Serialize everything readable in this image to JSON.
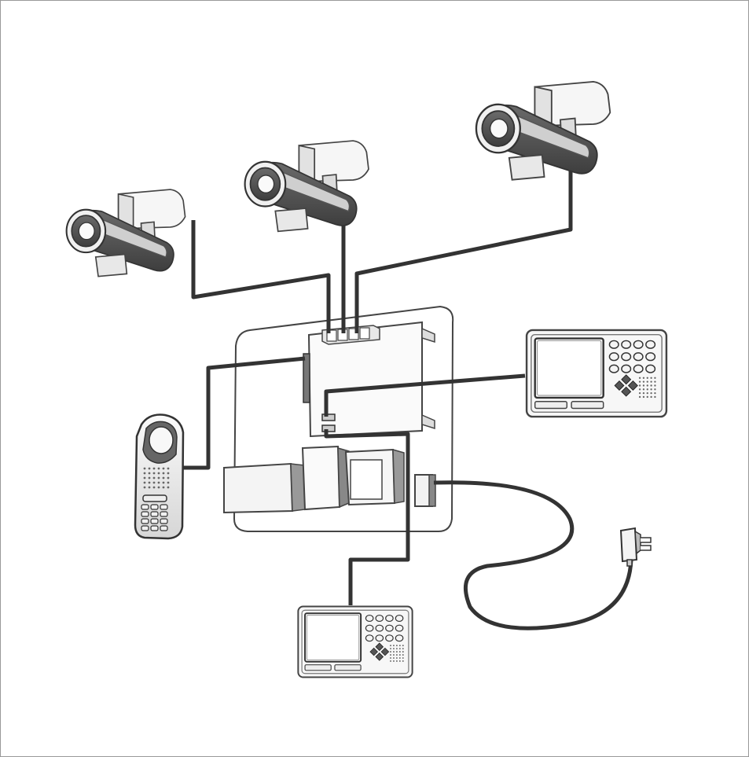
{
  "diagram": {
    "kind": "wired security camera system",
    "components": {
      "cameras": [
        {
          "name": "camera-1",
          "icon": "cctv-camera-icon"
        },
        {
          "name": "camera-2",
          "icon": "cctv-camera-icon"
        },
        {
          "name": "camera-3",
          "icon": "cctv-camera-icon"
        }
      ],
      "control_unit": {
        "icon": "control-panel-icon"
      },
      "handset": {
        "icon": "intercom-handset-icon"
      },
      "monitors": [
        {
          "name": "monitor-right",
          "icon": "monitor-keypad-icon"
        },
        {
          "name": "monitor-bottom",
          "icon": "monitor-keypad-icon"
        }
      ],
      "power_plug": {
        "icon": "power-plug-icon"
      }
    },
    "colors": {
      "cable": "#333333",
      "outline": "#4a4a4a",
      "dark_fill": "#5a5a5a",
      "light_fill": "#f4f4f4",
      "frame": "#999999"
    }
  }
}
